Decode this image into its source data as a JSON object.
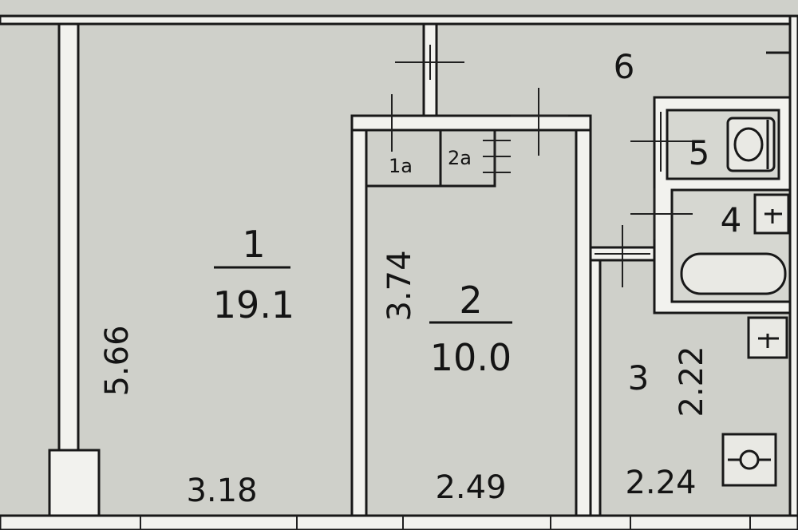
{
  "floorplan": {
    "background": "#cfd0ca",
    "ink": "#141414",
    "rooms": {
      "room1": {
        "number": "1",
        "area": "19.1"
      },
      "room1a": {
        "number": "1a"
      },
      "room2": {
        "number": "2",
        "area": "10.0"
      },
      "room2a": {
        "number": "2a"
      },
      "room3": {
        "number": "3"
      },
      "room4": {
        "number": "4"
      },
      "room5": {
        "number": "5"
      },
      "room6": {
        "number": "6"
      }
    },
    "dimensions": {
      "room1_depth": "5.66",
      "room1_width": "3.18",
      "room2_depth": "3.74",
      "room2_width": "2.49",
      "room3_depth": "2.22",
      "room3_width": "2.24"
    },
    "fixtures": [
      "toilet-icon",
      "bathtub-icon",
      "sink-icon",
      "stove-icon"
    ]
  }
}
